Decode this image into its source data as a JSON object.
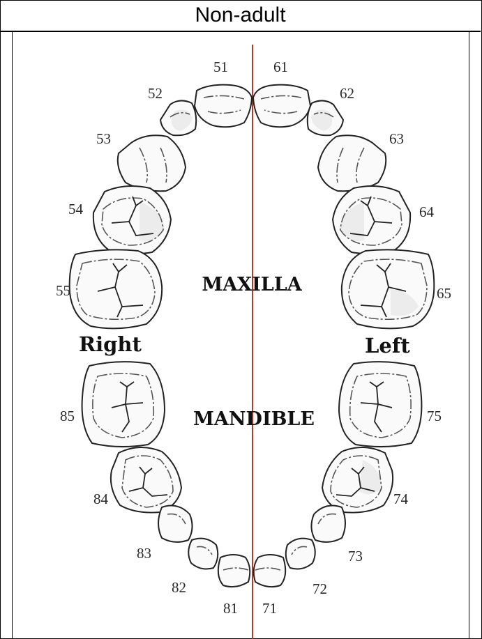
{
  "header": {
    "title": "Non-adult"
  },
  "labels": {
    "maxilla": "MAXILLA",
    "mandible": "MANDIBLE",
    "right": "Right",
    "left": "Left"
  },
  "teeth": {
    "t51": "51",
    "t52": "52",
    "t53": "53",
    "t54": "54",
    "t55": "55",
    "t61": "61",
    "t62": "62",
    "t63": "63",
    "t64": "64",
    "t65": "65",
    "t71": "71",
    "t72": "72",
    "t73": "73",
    "t74": "74",
    "t75": "75",
    "t81": "81",
    "t82": "82",
    "t83": "83",
    "t84": "84",
    "t85": "85"
  },
  "colors": {
    "midline": "#b03a2e",
    "outline": "#222222"
  }
}
